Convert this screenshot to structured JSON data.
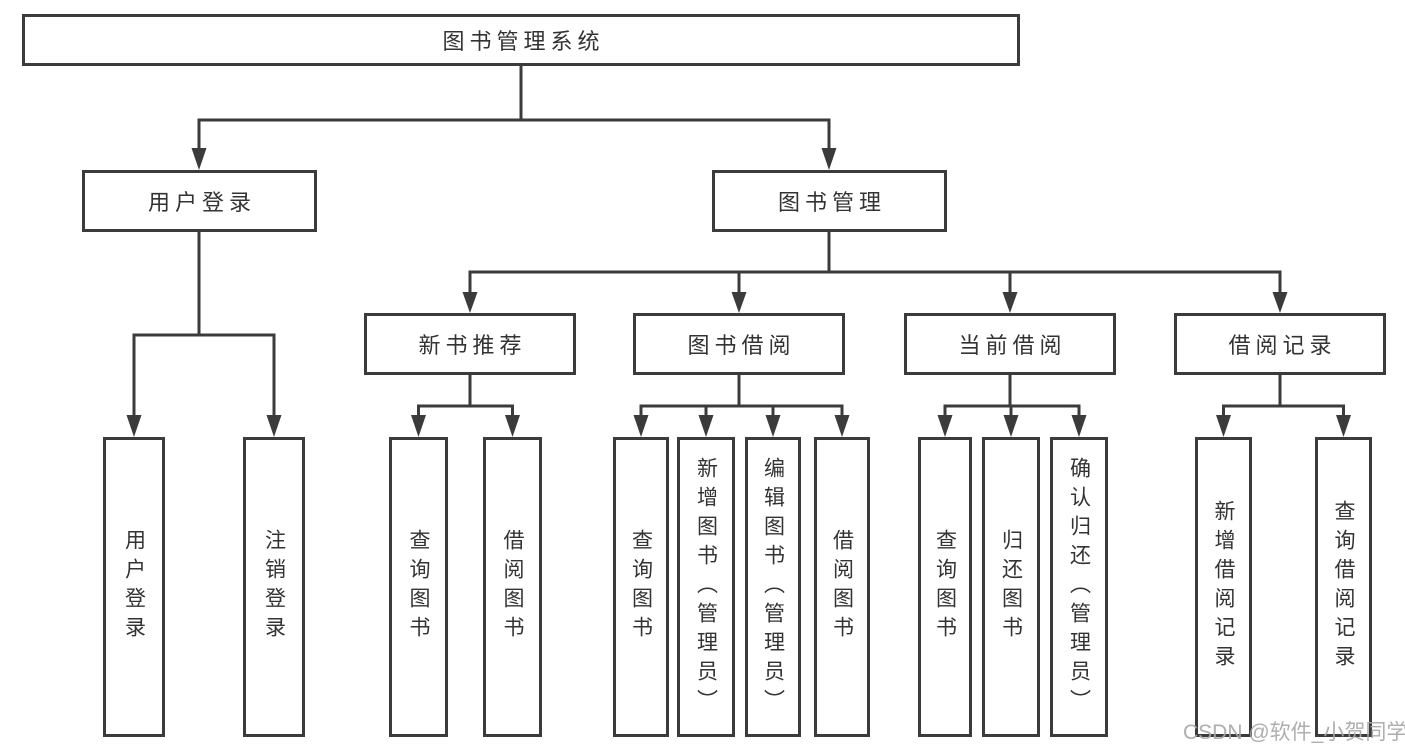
{
  "diagram": {
    "root": "图书管理系统",
    "level2": {
      "user_login": "用户登录",
      "book_mgmt": "图书管理"
    },
    "level3": {
      "new_books": "新书推荐",
      "book_borrow": "图书借阅",
      "current_borrow": "当前借阅",
      "borrow_records": "借阅记录"
    },
    "leaves": {
      "user_login": [
        "用户登录",
        "注销登录"
      ],
      "new_books": [
        "查询图书",
        "借阅图书"
      ],
      "book_borrow": [
        "查询图书",
        "新增图书（管理员）",
        "编辑图书（管理员）",
        "借阅图书"
      ],
      "current_borrow": [
        "查询图书",
        "归还图书",
        "确认归还（管理员）"
      ],
      "borrow_records": [
        "新增借阅记录",
        "查询借阅记录"
      ]
    }
  },
  "watermark": "CSDN @软件_小贺同学",
  "colors": {
    "line": "#3b3b3b",
    "text": "#333333",
    "watermark": "#a8a8a8",
    "background": "#ffffff"
  }
}
